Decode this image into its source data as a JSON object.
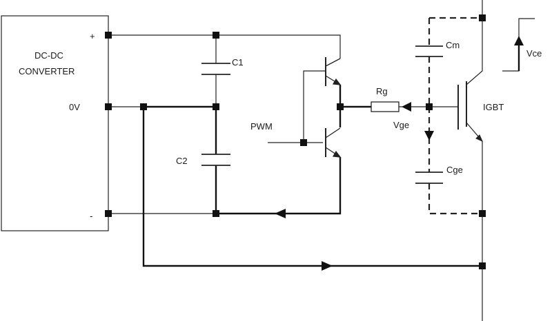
{
  "diagram": {
    "converter": {
      "line1": "DC-DC",
      "line2": "CONVERTER"
    },
    "terminals": {
      "plus": "+",
      "zero": "0V",
      "minus": "-"
    },
    "components": {
      "c1": "C1",
      "c2": "C2",
      "rg": "Rg",
      "cm": "Cm",
      "cge": "Cge",
      "igbt": "IGBT"
    },
    "signals": {
      "pwm": "PWM",
      "vge": "Vge",
      "vce": "Vce"
    }
  },
  "colors": {
    "wire": "#1a1a1a",
    "background": "#ffffff"
  }
}
